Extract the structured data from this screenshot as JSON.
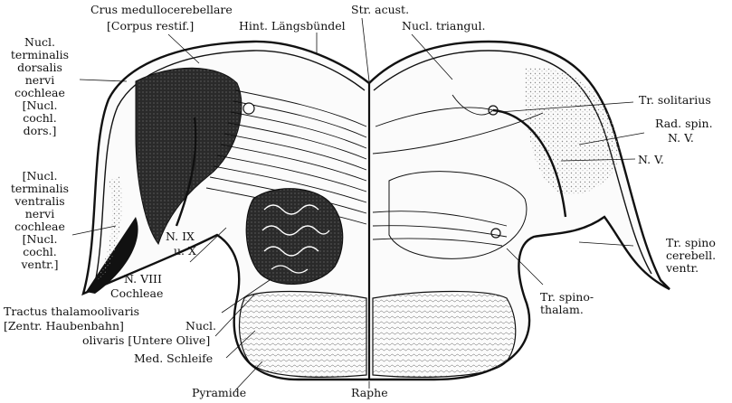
{
  "figure": {
    "colors": {
      "ink": "#111111",
      "stipple": "#9a9a9a",
      "background": "#ffffff"
    }
  },
  "labels": {
    "crus": "Crus medullocerebellare",
    "corpus_restif": "[Corpus restif.]",
    "hint_langsbundel": "Hint. Längsbündel",
    "str_acust": "Str. acust.",
    "nucl_triangul": "Nucl. triangul.",
    "nucl_term_dorsalis": [
      "Nucl.",
      "terminalis",
      "dorsalis",
      "nervi",
      "cochleae",
      "[Nucl.",
      "cochl.",
      "dors.]"
    ],
    "nucl_term_ventralis": [
      "[Nucl.",
      "terminalis",
      "ventralis",
      "nervi",
      "cochleae",
      "[Nucl.",
      "cochl.",
      "ventr.]"
    ],
    "n_ix": "N. IX",
    "u_x": "u. X",
    "n_viii": "N. VIII",
    "cochleae": "Cochleae",
    "tractus_thalamoolivaris": "Tractus thalamoolivaris",
    "zentr_haubenbahn": "[Zentr. Haubenbahn]",
    "nucl": "Nucl.",
    "olivaris": "olivaris [Untere Olive]",
    "med_schleife": "Med. Schleife",
    "pyramide": "Pyramide",
    "raphe": "Raphe",
    "tr_solitarius": "Tr. solitarius",
    "rad_spin": "Rad. spin.",
    "n_v_1": "N. V.",
    "n_v_2": "N. V.",
    "tr_spinocerebell": [
      "Tr. spino",
      "cerebell.",
      "ventr."
    ],
    "tr_spinothalam": [
      "Tr. spino-",
      "thalam."
    ]
  }
}
